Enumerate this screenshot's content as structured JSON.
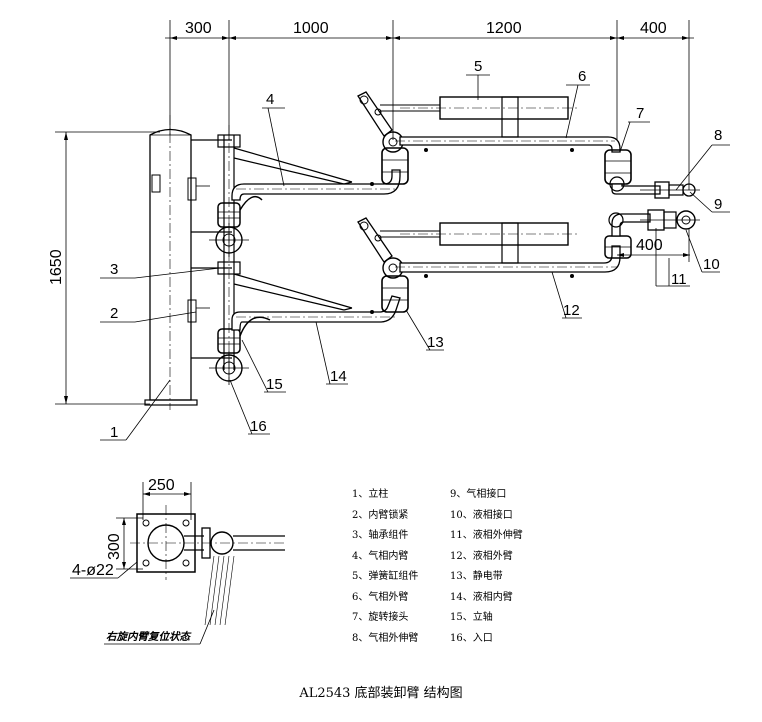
{
  "dimensions": {
    "d300_top": "300",
    "d1000": "1000",
    "d1200": "1200",
    "d400_top": "400",
    "d1650": "1650",
    "d400_mid": "400",
    "d250": "250",
    "d300_side": "300",
    "holes": "4-ø22"
  },
  "callouts": [
    "1",
    "2",
    "3",
    "4",
    "5",
    "6",
    "7",
    "8",
    "9",
    "10",
    "11",
    "12",
    "13",
    "14",
    "15",
    "16"
  ],
  "detail_note": "右旋内臂复位状态",
  "legend": {
    "rows": [
      {
        "left": "1、立柱",
        "right": "9、气相接口"
      },
      {
        "left": "2、内臂锁紧",
        "right": "10、液相接口"
      },
      {
        "left": "3、轴承组件",
        "right": "11、液相外伸臂"
      },
      {
        "left": "4、气相内臂",
        "right": "12、液相外臂"
      },
      {
        "left": "5、弹簧缸组件",
        "right": "13、静电带"
      },
      {
        "left": "6、气相外臂",
        "right": "14、液相内臂"
      },
      {
        "left": "7、旋转接头",
        "right": "15、立轴"
      },
      {
        "left": "8、气相外伸臂",
        "right": "16、入口"
      }
    ]
  },
  "caption": "AL2543 底部装卸臂 结构图"
}
